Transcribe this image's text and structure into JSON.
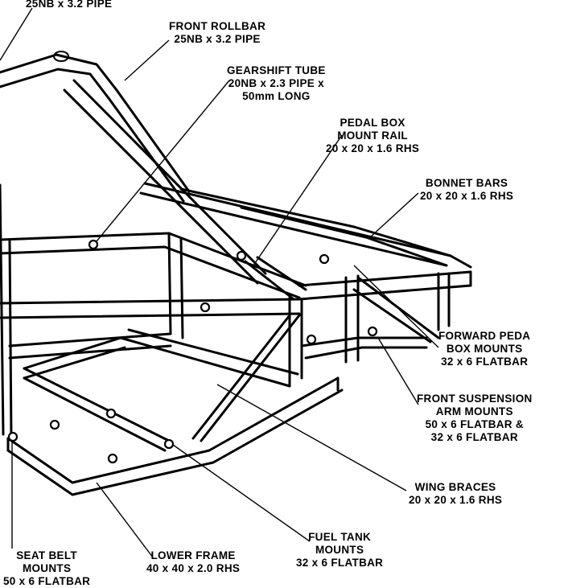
{
  "labels": {
    "top_cut": [
      "25NB x 3.2 PIPE"
    ],
    "front_rollbar": [
      "FRONT ROLLBAR",
      "25NB x 3.2 PIPE"
    ],
    "gearshift_tube": [
      "GEARSHIFT TUBE",
      "20NB x 2.3 PIPE x",
      "50mm LONG"
    ],
    "pedal_box_mount_rail": [
      "PEDAL BOX",
      "MOUNT RAIL",
      "20 x 20 x 1.6 RHS"
    ],
    "bonnet_bars": [
      "BONNET BARS",
      "20 x 20 x 1.6 RHS"
    ],
    "forward_pedal_box_mounts": [
      "FORWARD PEDA",
      "BOX MOUNTS",
      "32 x 6 FLATBAR"
    ],
    "front_suspension_arm_mounts": [
      "FRONT SUSPENSION",
      "ARM MOUNTS",
      "50 x 6 FLATBAR &",
      "32 x 6 FLATBAR"
    ],
    "wing_braces": [
      "WING BRACES",
      "20 x 20 x 1.6 RHS"
    ],
    "fuel_tank_mounts": [
      "FUEL TANK",
      "MOUNTS",
      "32 x 6 FLATBAR"
    ],
    "lower_frame": [
      "LOWER FRAME",
      "40 x 40 x 2.0 RHS"
    ],
    "seat_belt_mounts": [
      "SEAT BELT",
      "MOUNTS",
      "50 x 6 FLATBAR"
    ]
  }
}
